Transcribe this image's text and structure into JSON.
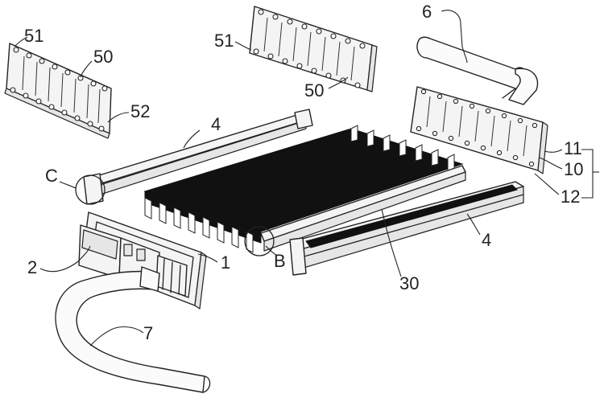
{
  "labels": {
    "l51a": "51",
    "l50a": "50",
    "l52": "52",
    "l51b": "51",
    "l50b": "50",
    "l6": "6",
    "l4a": "4",
    "lC": "C",
    "l11": "11",
    "l10": "10",
    "l12": "12",
    "l2": "2",
    "l1": "1",
    "lB": "B",
    "l4b": "4",
    "l30": "30",
    "l7": "7"
  }
}
